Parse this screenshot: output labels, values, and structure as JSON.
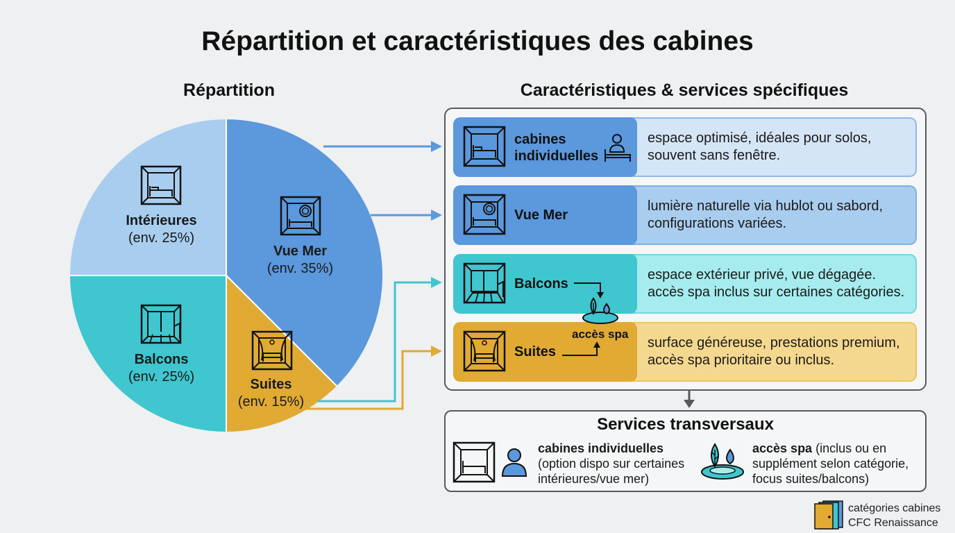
{
  "title": "Répartition et caractéristiques des cabines",
  "left_heading": "Répartition",
  "right_heading": "Caractéristiques & services spécifiques",
  "chart_data": {
    "type": "pie",
    "slices": [
      {
        "name": "Intérieures",
        "value_label": "(env. 25%)",
        "value": 25,
        "color": "#a8cdee"
      },
      {
        "name": "Vue Mer",
        "value_label": "(env. 35%)",
        "value": 35,
        "color": "#5b98dc"
      },
      {
        "name": "Suites",
        "value_label": "(env. 15%)",
        "value": 15,
        "color": "#e0aa33"
      },
      {
        "name": "Balcons",
        "value_label": "(env. 25%)",
        "value": 25,
        "color": "#3fc6cf"
      }
    ]
  },
  "rows": [
    {
      "name_line1": "cabines",
      "name_line2": "individuelles",
      "desc_line1": "espace optimisé, idéales pour solos,",
      "desc_line2": "souvent sans fenêtre.",
      "left_color": "#5b98dc",
      "right_color": "#d4e5f6",
      "icon": "cabin-icon"
    },
    {
      "name": "Vue Mer",
      "desc_line1": "lumière naturelle via hublot ou sabord,",
      "desc_line2": "configurations variées.",
      "left_color": "#5b98dc",
      "right_color": "#a9cdef",
      "icon": "porthole-cabin-icon"
    },
    {
      "name": "Balcons",
      "desc_line1": "espace extérieur privé, vue dégagée.",
      "desc_line2": "accès spa inclus sur certaines catégories.",
      "left_color": "#3fc6cf",
      "right_color": "#a6ecee",
      "icon": "balcony-cabin-icon"
    },
    {
      "name": "Suites",
      "desc_line1": "surface généreuse, prestations premium,",
      "desc_line2": "accès spa prioritaire ou inclus.",
      "left_color": "#e0aa33",
      "right_color": "#f5d88f",
      "icon": "suite-icon"
    }
  ],
  "spa_tag": "accès spa",
  "services": {
    "title": "Services transversaux",
    "item1_bold": "cabines individuelles",
    "item1_line1": "(option dispo sur certaines",
    "item1_line2": "intérieures/vue mer)",
    "item2_bold": "accès spa",
    "item2_rest": " (inclus ou en",
    "item2_line2": "supplément selon catégorie,",
    "item2_line3": "focus suites/balcons)"
  },
  "brand": {
    "line1": "catégories cabines",
    "line2": "CFC Renaissance"
  }
}
